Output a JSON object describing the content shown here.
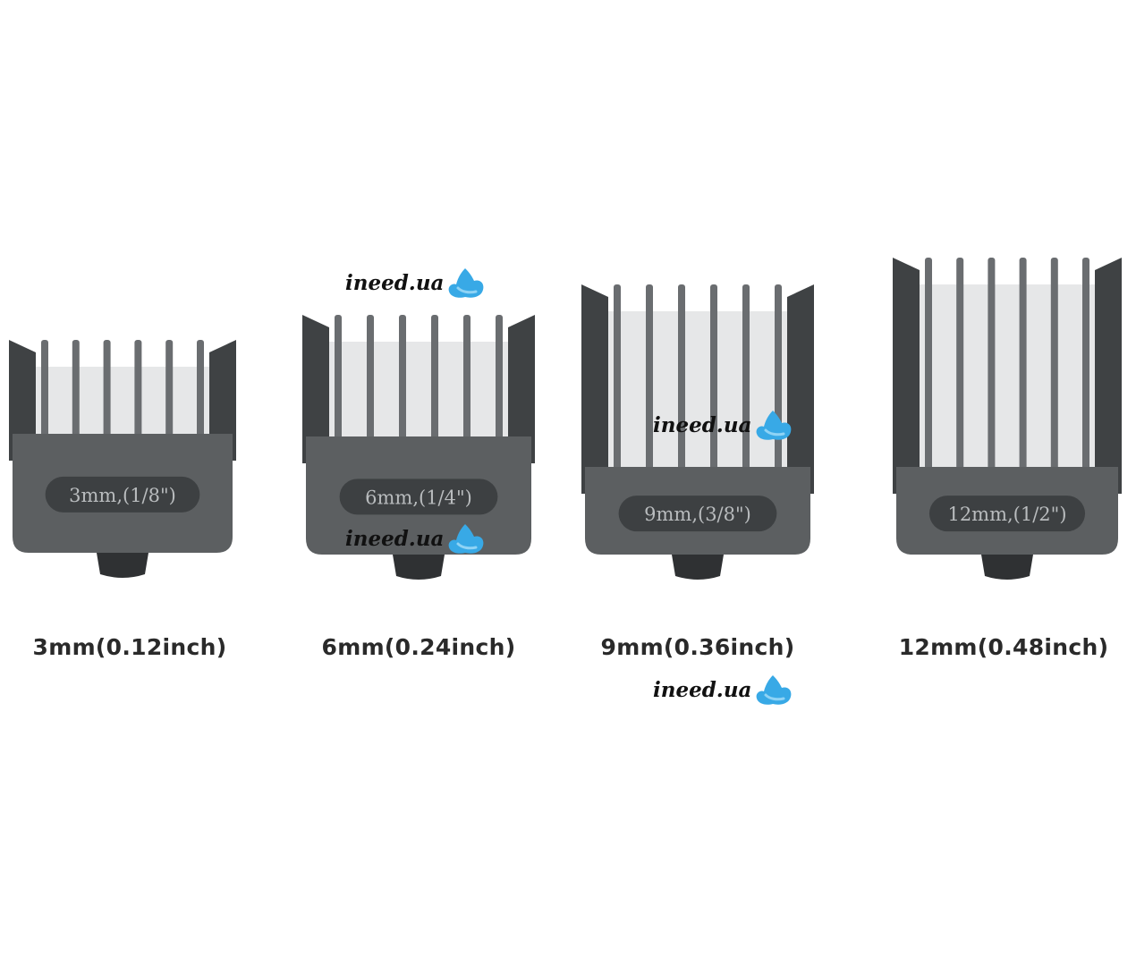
{
  "colors": {
    "guard_body": "#5c5f61",
    "guard_edge": "#3f4244",
    "guard_tooth": "#6a6d70",
    "plate": "#3d4042",
    "plate_text": "#b9bcbe",
    "tab": "#2f3133",
    "label_text": "#2a2a2a",
    "watermark_drop": "#38a9e6"
  },
  "guards": [
    {
      "plate_text": "3mm,(1/8\")",
      "label": "3mm(0.12inch)"
    },
    {
      "plate_text": "6mm,(1/4\")",
      "label": "6mm(0.24inch)"
    },
    {
      "plate_text": "9mm,(3/8\")",
      "label": "9mm(0.36inch)"
    },
    {
      "plate_text": "12mm,(1/2\")",
      "label": "12mm(0.48inch)"
    }
  ],
  "watermarks": [
    {
      "text": "ineed.ua",
      "icon": "droplet-icon"
    },
    {
      "text": "ineed.ua",
      "icon": "droplet-icon"
    },
    {
      "text": "ineed.ua",
      "icon": "droplet-icon"
    },
    {
      "text": "ineed.ua",
      "icon": "droplet-icon"
    }
  ]
}
